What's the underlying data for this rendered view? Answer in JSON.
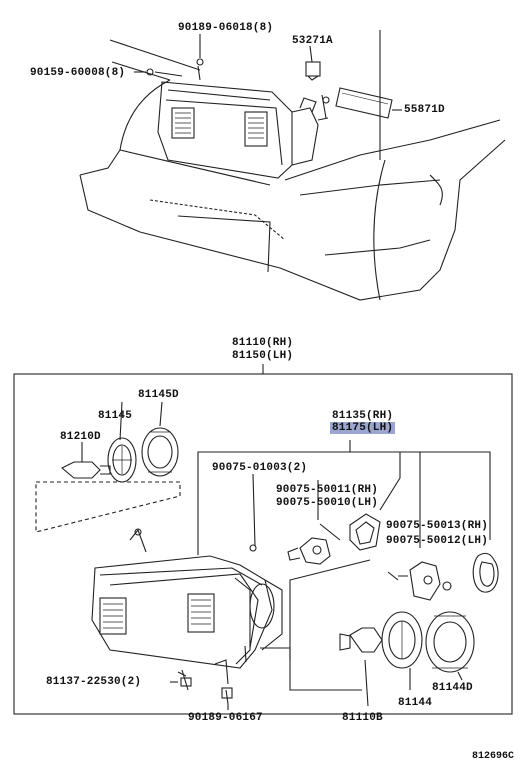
{
  "top": {
    "p90189_06018": "90189-06018(8)",
    "p53271A": "53271A",
    "p90159_60008": "90159-60008(8)",
    "p55871D": "55871D"
  },
  "assembly": {
    "rh": "81110(RH)",
    "lh": "81150(LH)"
  },
  "parts": {
    "p81145D": "81145D",
    "p81145": "81145",
    "p81210D": "81210D",
    "p81135": "81135(RH)",
    "p81175": "81175(LH)",
    "p90075_01003": "90075-01003(2)",
    "p90075_50011": "90075-50011(RH)",
    "p90075_50010": "90075-50010(LH)",
    "p90075_50013": "90075-50013(RH)",
    "p90075_50012": "90075-50012(LH)",
    "p81137": "81137-22530(2)",
    "p90189_06167": "90189-06167",
    "p81144": "81144",
    "p81144D": "81144D",
    "p81110B": "81110B"
  },
  "figure_id": "812696C",
  "colors": {
    "highlight": "#9aa6cf",
    "line": "#222222"
  }
}
